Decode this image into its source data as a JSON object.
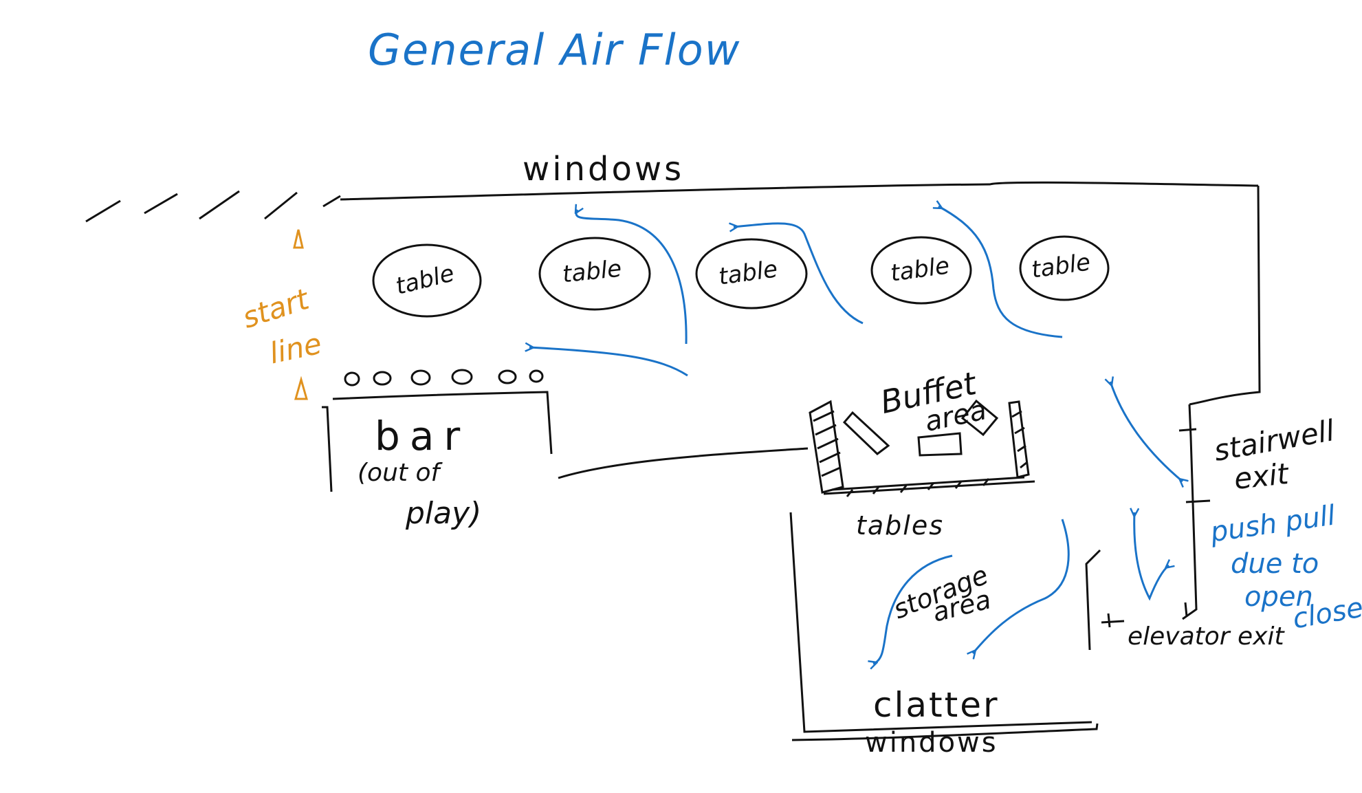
{
  "title": "General Air Flow",
  "labels": {
    "windows_top": "windows",
    "tables": [
      "table",
      "table",
      "table",
      "table",
      "table"
    ],
    "bar": "bar",
    "bar_note_1": "(out of",
    "bar_note_2": "play)",
    "start_line_1": "start",
    "start_line_2": "line",
    "buffet_1": "Buffet",
    "buffet_2": "area",
    "tables_row": "tables",
    "storage_1": "storage",
    "storage_2": "area",
    "clatter": "clatter",
    "windows_bottom": "windows",
    "stairwell_1": "stairwell",
    "stairwell_2": "exit",
    "elevator": "elevator exit",
    "push_pull_1": "push pull",
    "push_pull_2": "due to",
    "push_pull_3": "open",
    "push_pull_4": "close"
  },
  "colors": {
    "ink": "#111111",
    "airflow": "#1a73c8",
    "start_line": "#e0921f",
    "title": "#1a73c8"
  }
}
